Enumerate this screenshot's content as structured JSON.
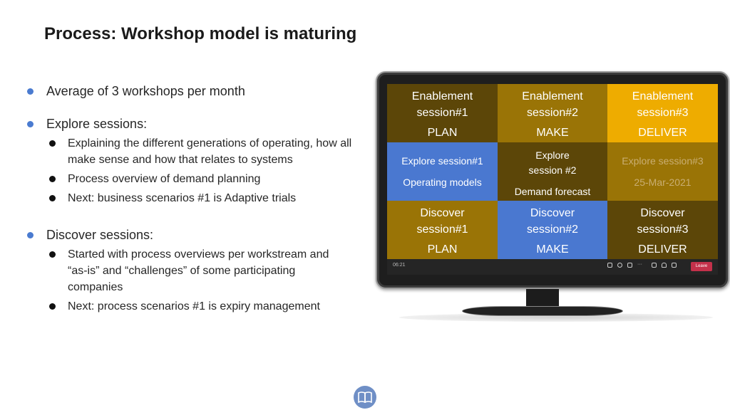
{
  "title": "Process: Workshop model is maturing",
  "bullets": {
    "b1": "Average of 3 workshops per month",
    "b2": "Explore sessions:",
    "b2_items": [
      "Explaining the different generations of operating, how all make sense and how that relates to systems",
      "Process overview of demand planning",
      "Next: business scenarios #1 is Adaptive trials"
    ],
    "b3": "Discover sessions:",
    "b3_items": [
      "Started with process overviews per workstream and “as-is” and “challenges” of some participating companies",
      "Next: process scenarios #1 is expiry management"
    ]
  },
  "grid": {
    "r1": [
      {
        "line1": "Enablement",
        "line2": "session#1",
        "phase": "PLAN",
        "color": "#5c4608"
      },
      {
        "line1": "Enablement",
        "line2": "session#2",
        "phase": "MAKE",
        "color": "#9a7406"
      },
      {
        "line1": "Enablement",
        "line2": "session#3",
        "phase": "DELIVER",
        "color": "#eeac00"
      }
    ],
    "r2": [
      {
        "title": "Explore session#1",
        "sub": "Operating models",
        "color": "#4a78d0"
      },
      {
        "line1": "Explore",
        "line2": "session #2",
        "sub": "Demand forecast",
        "color": "#5c4608"
      },
      {
        "title": "Explore session#3",
        "sub": "25-Mar-2021",
        "color": "#9a7406",
        "muted": "#c9ae72"
      }
    ],
    "r3": [
      {
        "line1": "Discover",
        "line2": "session#1",
        "phase": "PLAN",
        "color": "#9a7406"
      },
      {
        "line1": "Discover",
        "line2": "session#2",
        "phase": "MAKE",
        "color": "#4a78d0"
      },
      {
        "line1": "Discover",
        "line2": "session#3",
        "phase": "DELIVER",
        "color": "#5c4608"
      }
    ]
  },
  "toolbar": {
    "time": "06:21",
    "leave": "Leave"
  },
  "icons": [
    "people-icon",
    "chat-icon",
    "hand-icon",
    "more-icon",
    "camera-icon",
    "mic-icon",
    "share-icon",
    "leave-icon",
    "book-icon"
  ]
}
